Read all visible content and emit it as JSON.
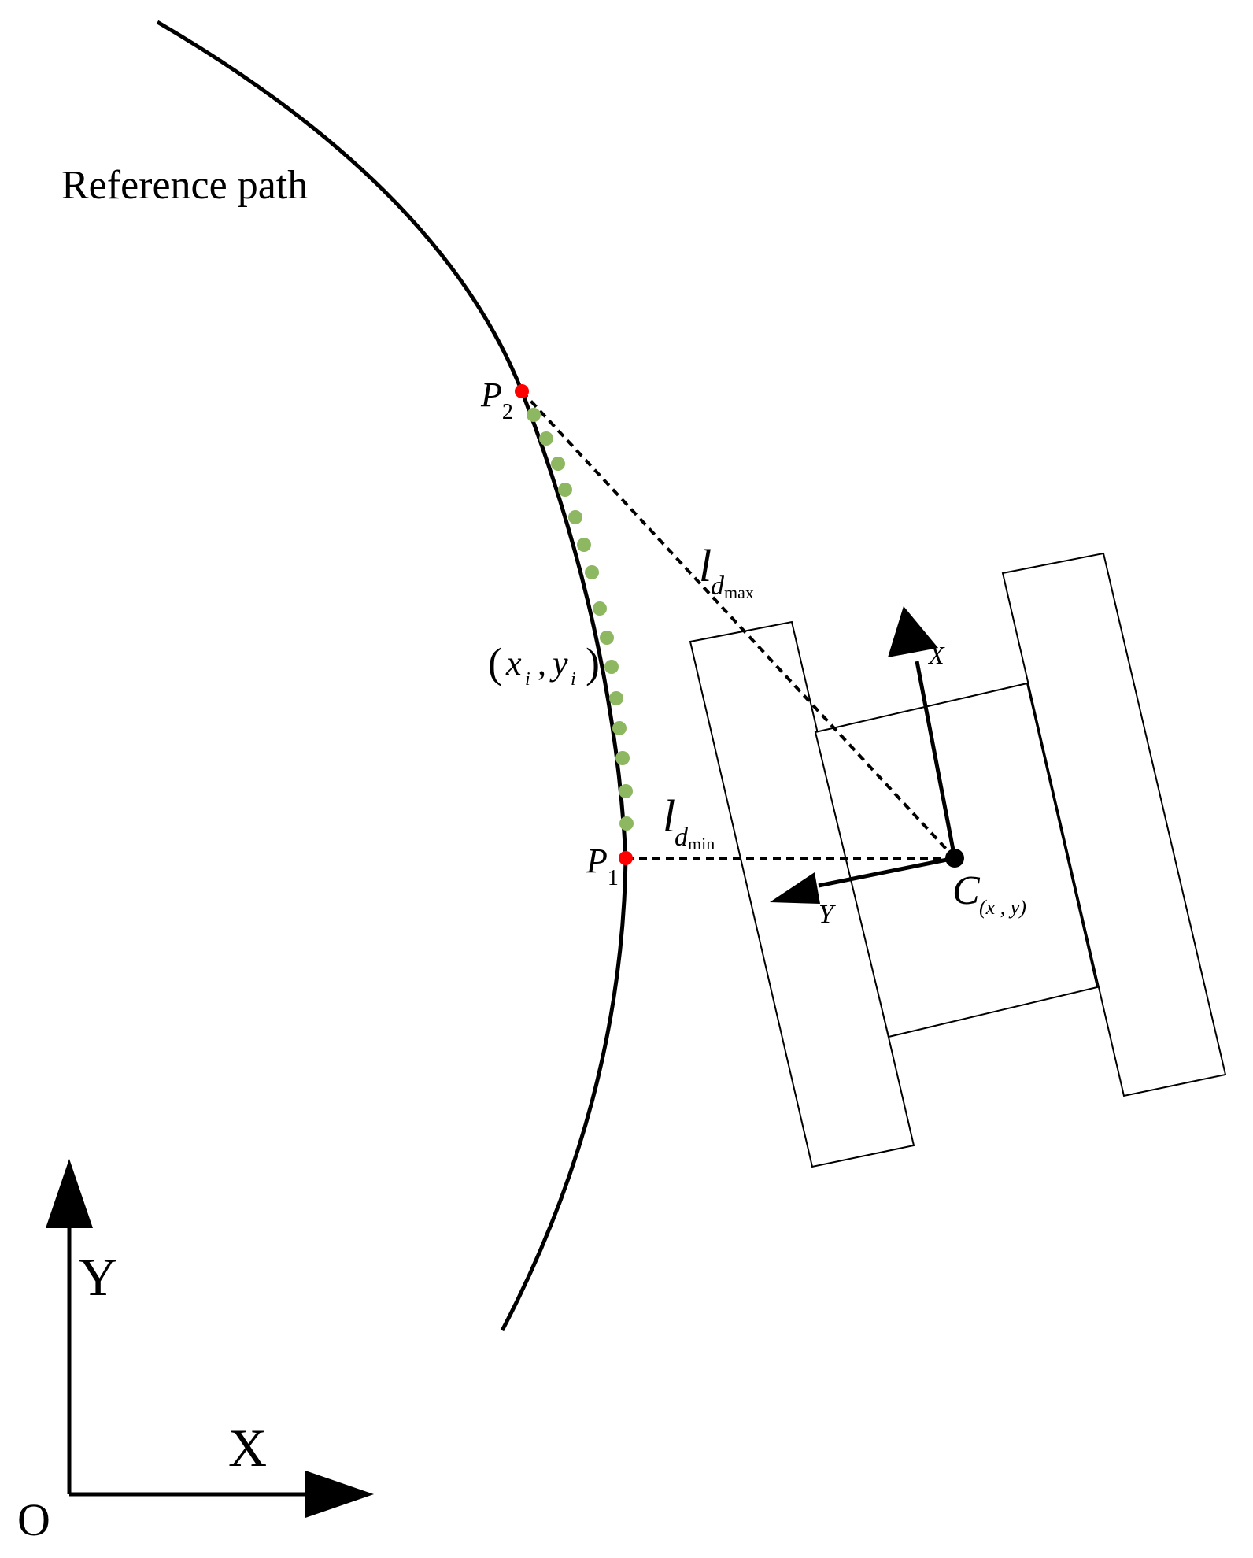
{
  "labels": {
    "reference_path": "Reference path",
    "p2_main": "P",
    "p2_sub": "2",
    "p1_main": "P",
    "p1_sub": "1",
    "point_open": "(",
    "point_x": "x",
    "point_x_sub": "i",
    "point_comma": ",",
    "point_y": "y",
    "point_y_sub": "i",
    "point_close": ")",
    "ldmax_l": "l",
    "ldmax_d": "d",
    "ldmax_sub": "max",
    "ldmin_l": "l",
    "ldmin_d": "d",
    "ldmin_sub": "min",
    "vehicle_x": "X",
    "vehicle_y": "Y",
    "center_c": "C",
    "center_sub": "(x , y)",
    "global_x": "X",
    "global_y": "Y",
    "origin": "O"
  },
  "colors": {
    "line": "#000000",
    "target_point": "#ff0000",
    "path_point": "#8db760",
    "background": "#ffffff"
  },
  "icons": {
    "axis_arrow": "filled-triangle-arrowhead"
  }
}
